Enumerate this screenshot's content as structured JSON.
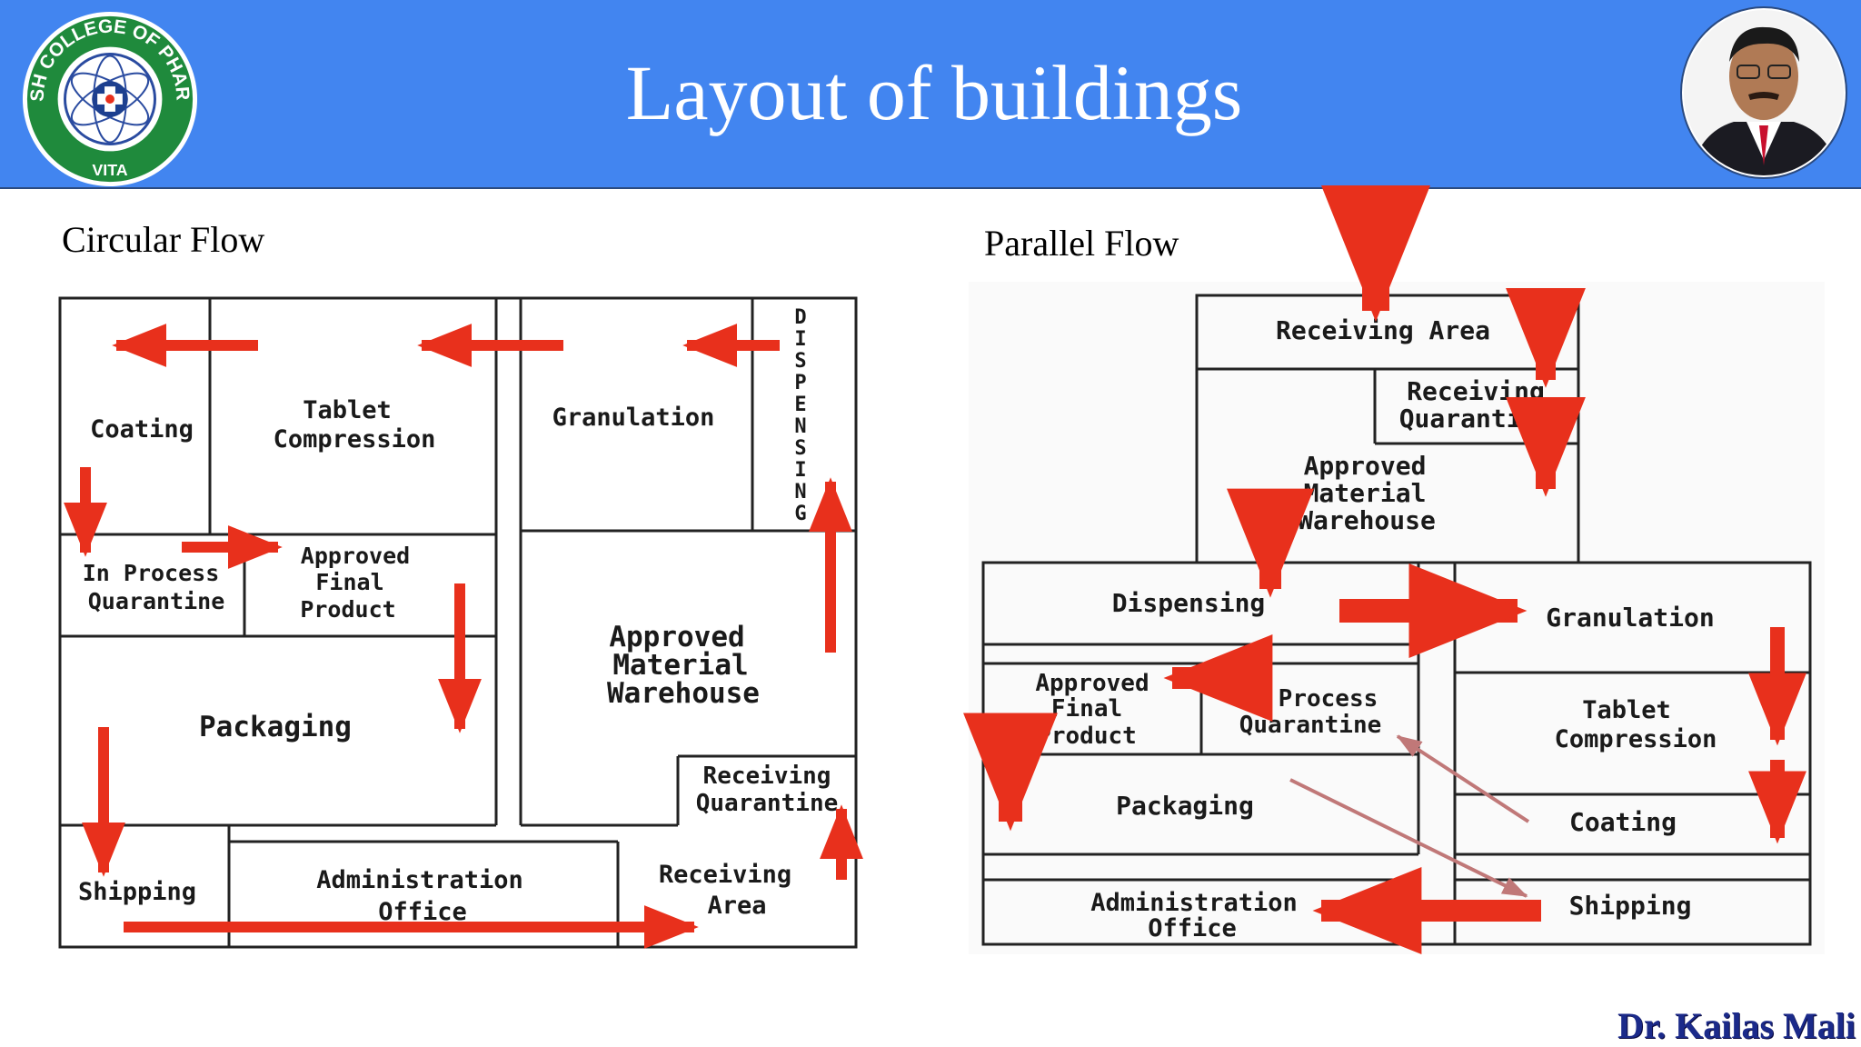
{
  "slide": {
    "title": "Layout of buildings",
    "logo_text": "ADARSH COLLEGE OF PHARMACY",
    "logo_subtext": "VITA",
    "signature": "Dr. Kailas Mali",
    "colors": {
      "header": "#4285f0",
      "arrow": "#e8301c",
      "diagonal_arrow": "#c07878"
    }
  },
  "circular": {
    "heading": "Circular Flow",
    "rooms": {
      "coating": "Coating",
      "tablet_compression": [
        "Tablet",
        "Compression"
      ],
      "granulation": "Granulation",
      "dispensing": [
        "D",
        "I",
        "S",
        "P",
        "E",
        "N",
        "S",
        "I",
        "N",
        "G"
      ],
      "in_process_quarantine": [
        "In Process",
        "Quarantine"
      ],
      "approved_final_product": [
        "Approved",
        "Final",
        "Product"
      ],
      "approved_material_warehouse": [
        "Approved",
        "Material",
        "Warehouse"
      ],
      "packaging": "Packaging",
      "receiving_quarantine": [
        "Receiving",
        "Quarantine"
      ],
      "shipping": "Shipping",
      "administration_office": [
        "Administration",
        "Office"
      ],
      "receiving_area": [
        "Receiving",
        "Area"
      ]
    }
  },
  "parallel": {
    "heading": "Parallel Flow",
    "rooms": {
      "receiving_area": "Receiving Area",
      "receiving_quarantine": [
        "Receiving",
        "Quarantine"
      ],
      "approved_material_warehouse": [
        "Approved",
        "Material",
        "Warehouse"
      ],
      "dispensing": "Dispensing",
      "granulation": "Granulation",
      "approved_final_product": [
        "Approved",
        "Final",
        "Product"
      ],
      "in_process_quarantine": [
        "In Process",
        "Quarantine"
      ],
      "tablet_compression": [
        "Tablet",
        "Compression"
      ],
      "packaging": "Packaging",
      "coating": "Coating",
      "administration_office": [
        "Administration",
        "Office"
      ],
      "shipping": "Shipping"
    }
  }
}
